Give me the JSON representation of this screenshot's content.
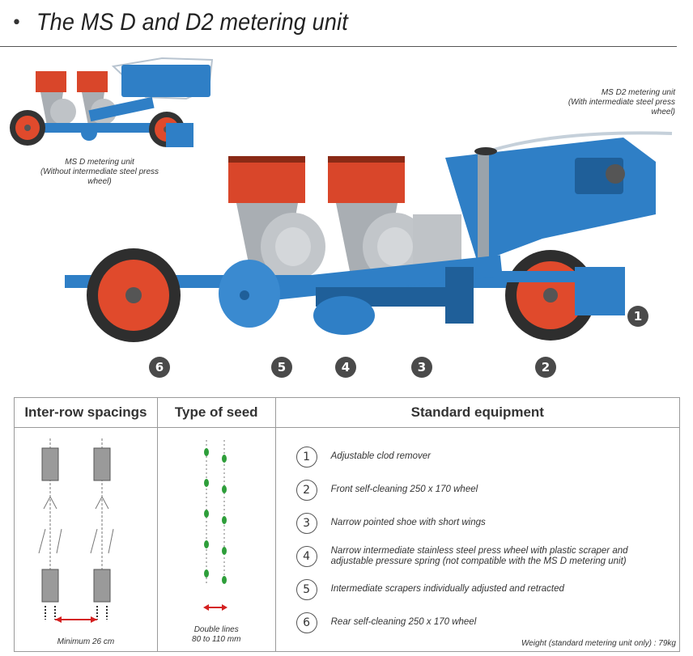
{
  "title": {
    "bullet": "•",
    "text": "The MS D and D2 metering unit"
  },
  "captions": {
    "msd_line1": "MS D metering unit",
    "msd_line2": "(Without intermediate steel press wheel)",
    "msd2_line1": "MS D2 metering unit",
    "msd2_line2": "(With intermediate steel press wheel)"
  },
  "badges": [
    "1",
    "2",
    "3",
    "4",
    "5",
    "6"
  ],
  "table": {
    "headers": [
      "Inter-row spacings",
      "Type of seed",
      "Standard equipment"
    ],
    "spacing_label": "Minimum 26 cm",
    "seed_label_line1": "Double lines",
    "seed_label_line2": "80 to 110 mm",
    "equipment": [
      {
        "num": "1",
        "text": "Adjustable clod remover"
      },
      {
        "num": "2",
        "text": "Front self-cleaning 250 x 170 wheel"
      },
      {
        "num": "3",
        "text": "Narrow pointed shoe with short wings"
      },
      {
        "num": "4",
        "text": "Narrow intermediate stainless steel press wheel with plastic scraper and adjustable pressure spring (not compatible with the MS D metering unit)"
      },
      {
        "num": "5",
        "text": "Intermediate scrapers individually adjusted and retracted"
      },
      {
        "num": "6",
        "text": "Rear self-cleaning 250 x 170 wheel"
      }
    ],
    "weight": "Weight (standard metering unit only) : 79kg"
  },
  "colors": {
    "frame_blue": "#2f7fc6",
    "hopper_red": "#d9462a",
    "wheel_red": "#e04a2c",
    "badge_grey": "#4a4a4a",
    "arrow_red": "#d42020"
  }
}
